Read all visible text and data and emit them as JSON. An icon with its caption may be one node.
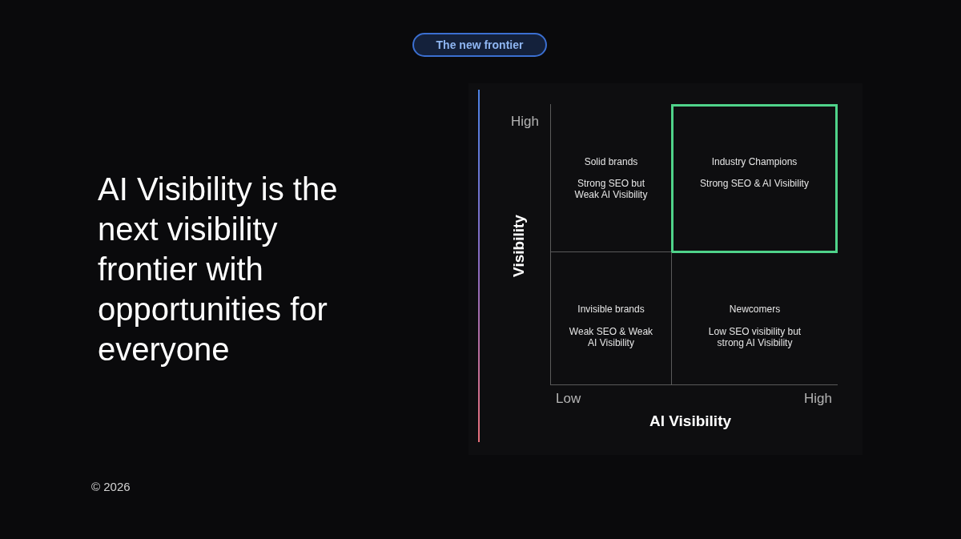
{
  "diagram": {
    "nodes": [
      {
        "text": [
          "Solid brands",
          "Strong SEO but Weak AI Visibility"
        ]
      },
      {
        "text": [
          "Industry Champions",
          "Strong SEO & AI Visibility"
        ]
      },
      {
        "text": [
          "Invisible brands",
          "Weak SEO & Weak AI Visibility"
        ]
      },
      {
        "text": [
          "Newcomers",
          "Low SEO visibility but strong AI Visibility"
        ]
      }
    ],
    "labels": [
      "The new frontier",
      "AI Visibility is the next visibility frontier with opportunities for everyone",
      "High",
      "Visibility",
      "Low",
      "High",
      "AI Visibility",
      "© 2026"
    ]
  }
}
